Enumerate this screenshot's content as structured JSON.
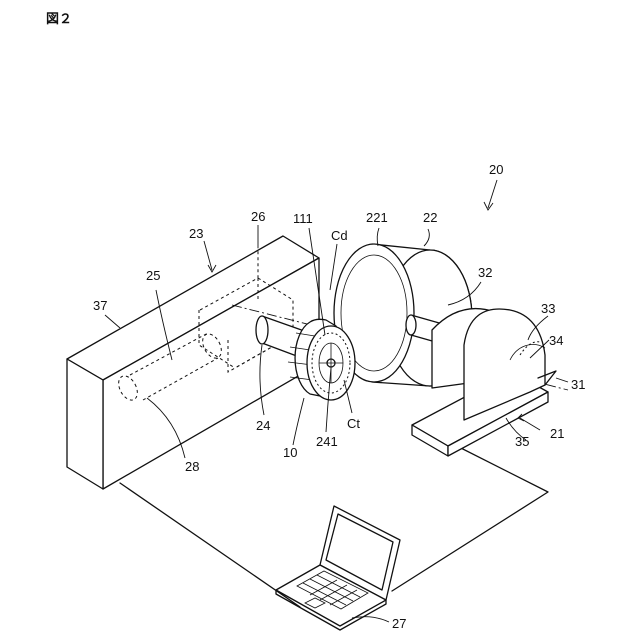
{
  "figure_title": "図２",
  "labels": {
    "l20": "20",
    "l21": "21",
    "l22": "22",
    "l221": "221",
    "l23": "23",
    "l24": "24",
    "l241": "241",
    "l25": "25",
    "l26": "26",
    "l27": "27",
    "l28": "28",
    "l10": "10",
    "l111": "111",
    "lCd": "Cd",
    "lCt": "Ct",
    "l31": "31",
    "l32": "32",
    "l33": "33",
    "l34": "34",
    "l35": "35",
    "l37": "37"
  }
}
